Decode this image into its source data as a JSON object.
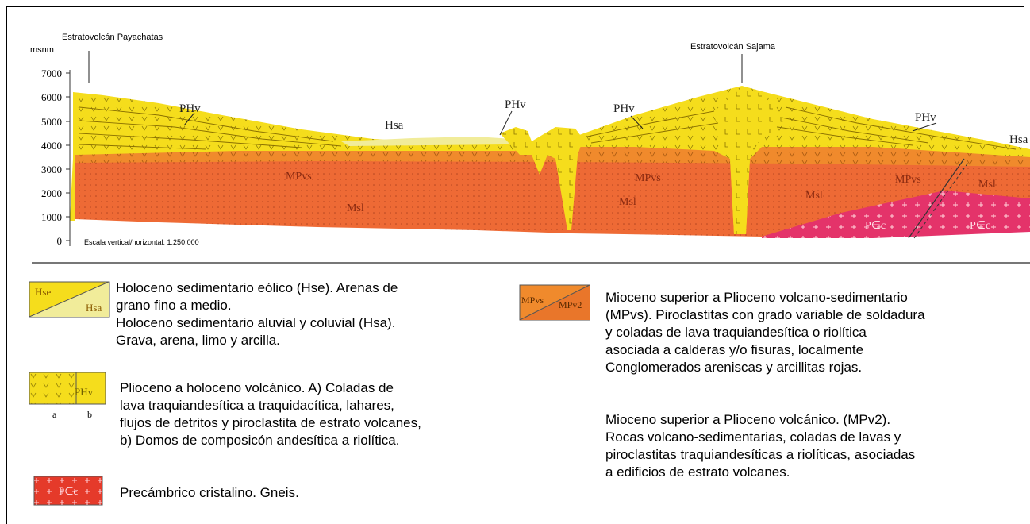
{
  "cross_section": {
    "axis_unit": "msnm",
    "y_ticks": [
      "7000",
      "6000",
      "5000",
      "4000",
      "3000",
      "2000",
      "1000",
      "0"
    ],
    "scale_text": "Escala vertical/horizontal: 1:250.000",
    "volcano_labels": {
      "payachatas": "Estratovolcán Payachatas",
      "sajama": "Estratovolcán Sajama"
    },
    "unit_labels": {
      "phv_1": "PHv",
      "phv_2": "PHv",
      "phv_3": "PHv",
      "phv_4": "PHv",
      "hsa_1": "Hsa",
      "hsa_2": "Hsa",
      "mpvs_1": "MPvs",
      "mpvs_2": "MPvs",
      "mpvs_3": "MPvs",
      "msl_1": "Msl",
      "msl_2": "Msl",
      "msl_3": "Msl",
      "msl_4": "Msl",
      "pec_1": "P∈c",
      "pec_2": "P∈c"
    }
  },
  "legend": {
    "hse": {
      "swatch_top": "Hse",
      "swatch_bottom": "Hsa",
      "text": "Holoceno sedimentario eólico (Hse). Arenas de\ngrano fino a medio.\nHoloceno sedimentario aluvial y coluvial (Hsa).\nGrava, arena, limo y arcilla."
    },
    "phv": {
      "swatch_label": "PHv",
      "sub_a": "a",
      "sub_b": "b",
      "text": "Plioceno a holoceno volcánico. A) Coladas de\nlava traquiandesítica a traquidacítica, lahares,\nflujos de detritos y piroclastita de estrato volcanes,\nb) Domos de composicón andesítica a riolítica."
    },
    "pec": {
      "swatch_label": "P∈c",
      "text": "Precámbrico cristalino. Gneis."
    },
    "mpvs": {
      "swatch_left": "MPvs",
      "swatch_right": "MPv2",
      "text": "Mioceno superior a Plioceno volcano-sedimentario\n(MPvs). Piroclastitas con grado variable de soldadura\n y coladas de lava traquiandesítica o riolítica\nasociada a calderas y/o fisuras, localmente\nConglomerados areniscas y arcillitas rojas."
    },
    "mpv2": {
      "text": "Mioceno superior a Plioceno volcánico. (MPv2).\nRocas volcano-sedimentarias, coladas de lavas y\npiroclastitas traquiandesíticas a riolíticas, asociadas\na edificios de estrato volcanes."
    }
  },
  "colors": {
    "phv": "#f5dd1c",
    "phv_dark": "#efcf10",
    "hsa": "#f1ec9a",
    "mpvs": "#f08a2c",
    "msl": "#ee6a35",
    "pec": "#e4336a"
  }
}
